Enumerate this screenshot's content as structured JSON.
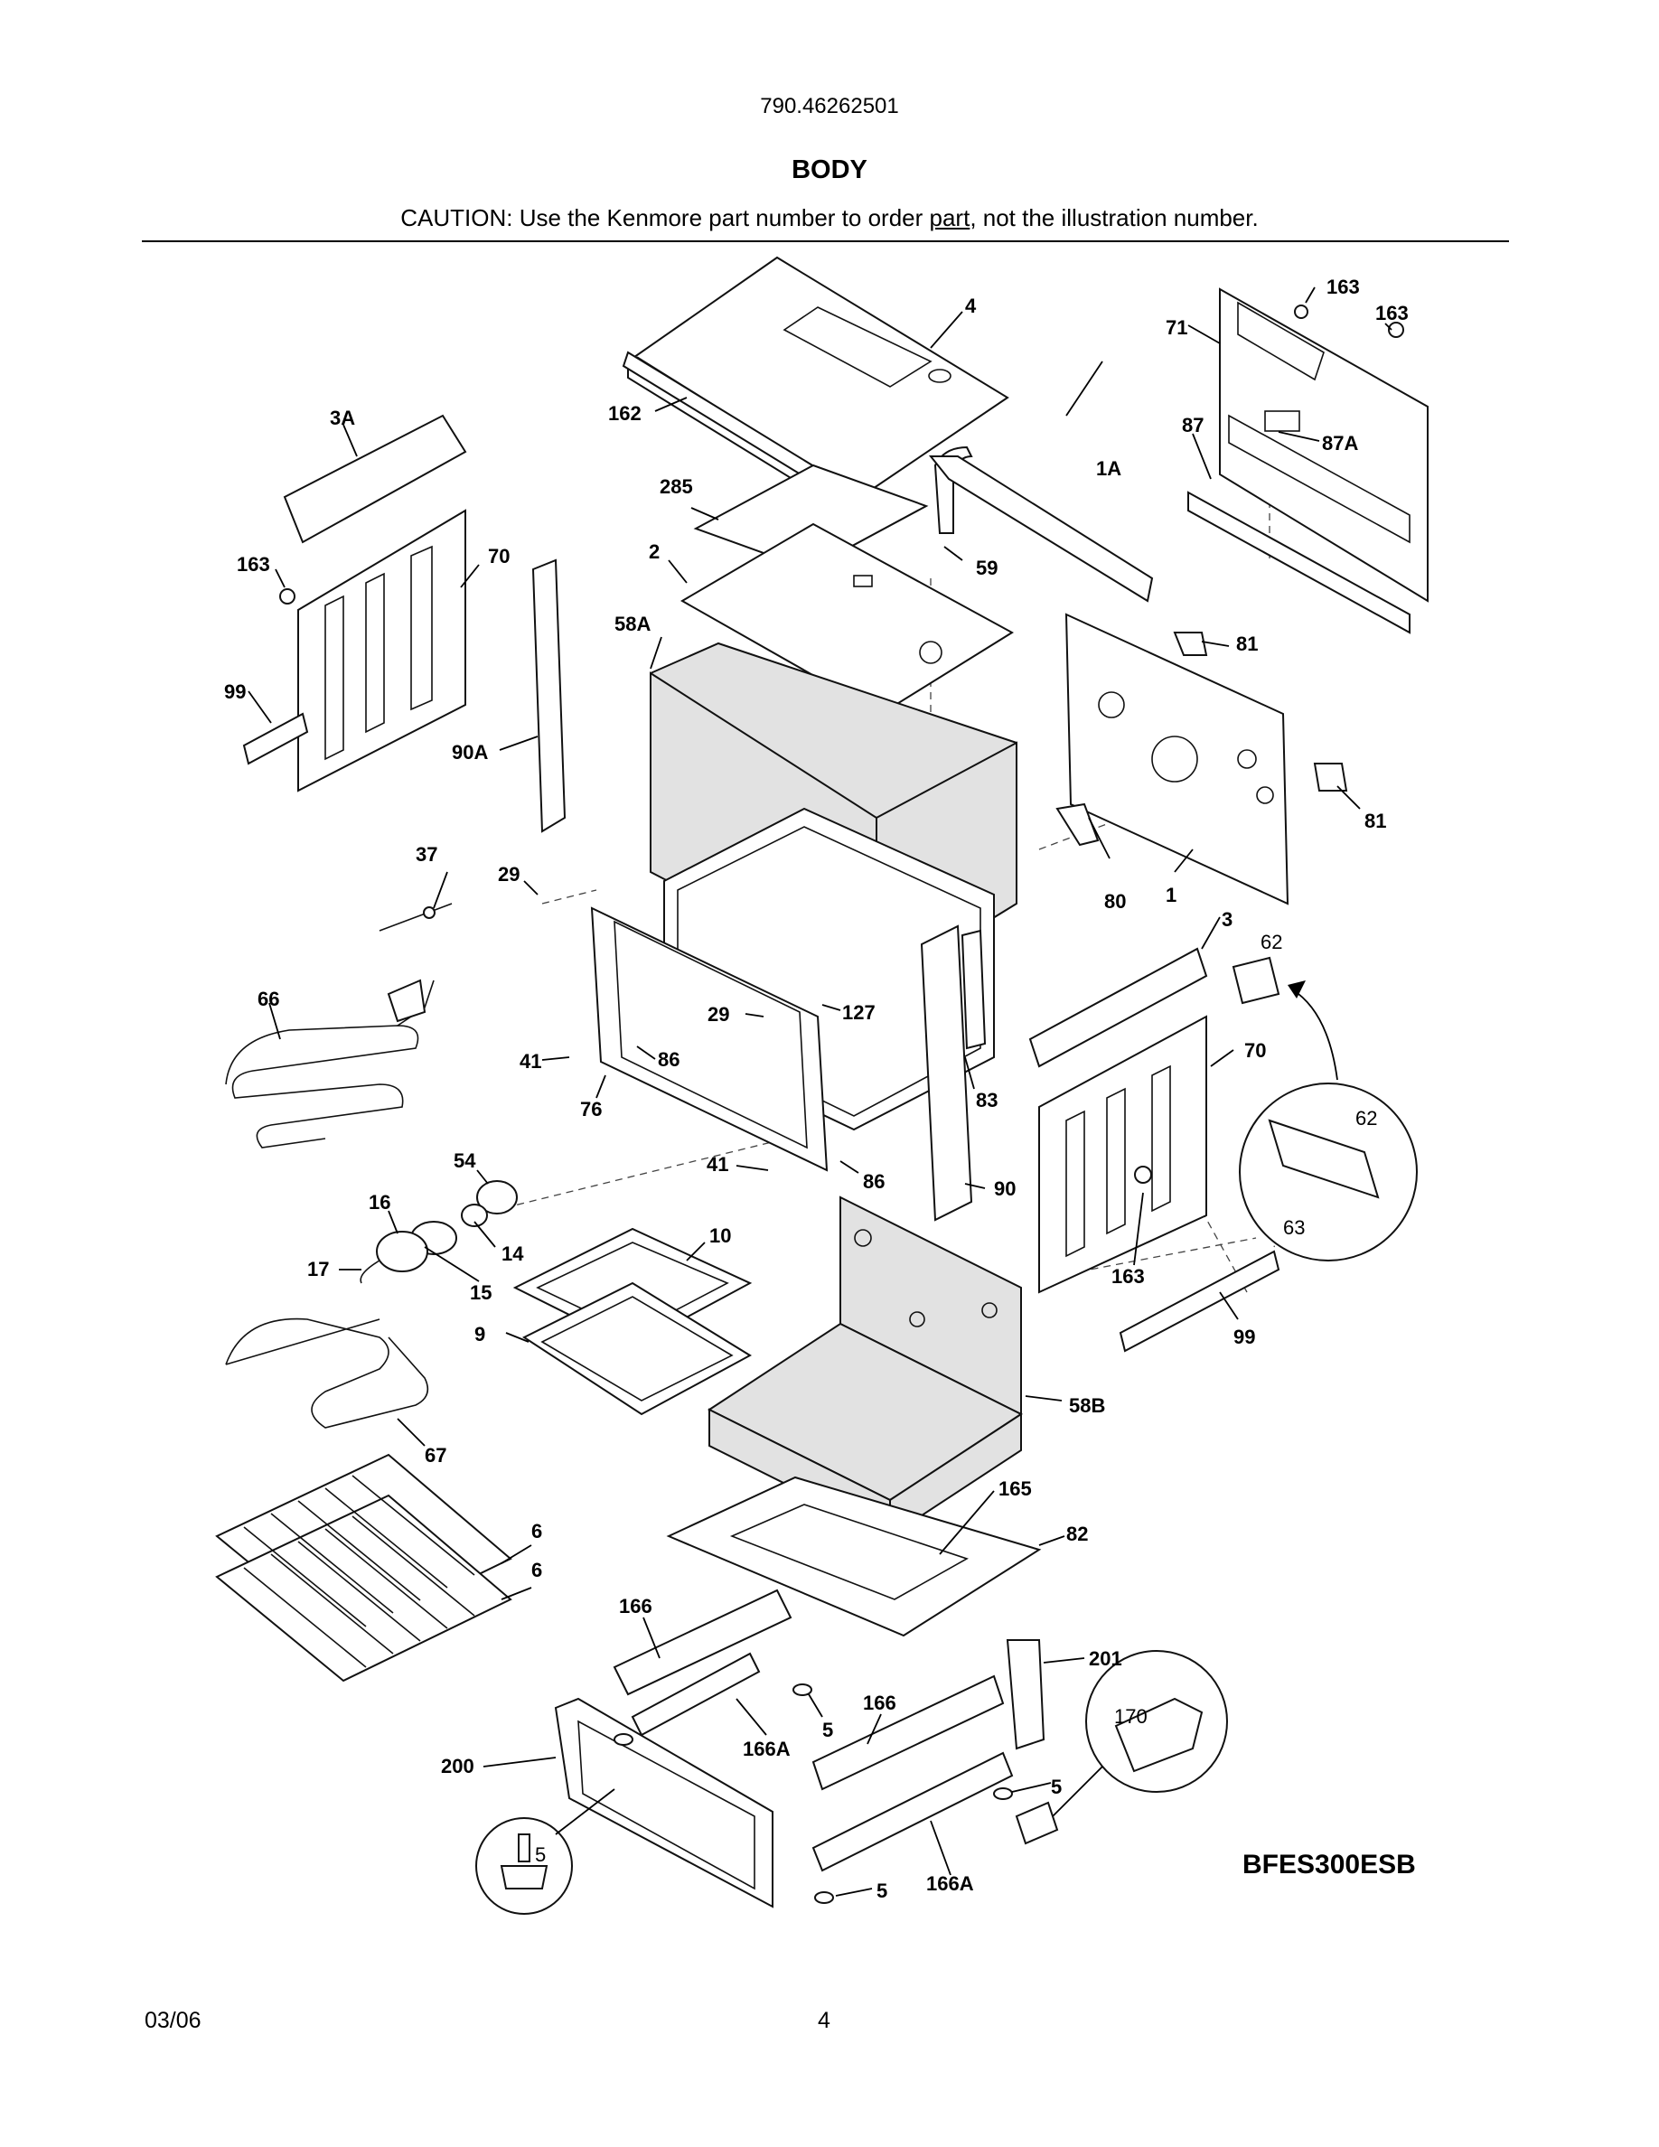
{
  "header": {
    "model_number": "790.46262501",
    "section_title": "BODY",
    "caution_prefix": "CAUTION: Use the Kenmore part number to order ",
    "caution_underlined": "part",
    "caution_suffix": ", not the illustration number."
  },
  "diagram": {
    "model_code": "BFES300ESB",
    "callouts": [
      "4",
      "163",
      "163",
      "71",
      "3A",
      "162",
      "87",
      "87A",
      "285",
      "1A",
      "163",
      "70",
      "2",
      "59",
      "58A",
      "81",
      "99",
      "90A",
      "81",
      "37",
      "29",
      "80",
      "1",
      "3",
      "62",
      "66",
      "29",
      "127",
      "41",
      "86",
      "70",
      "76",
      "83",
      "62",
      "54",
      "41",
      "86",
      "90",
      "16",
      "14",
      "10",
      "63",
      "17",
      "15",
      "163",
      "9",
      "99",
      "58B",
      "67",
      "165",
      "6",
      "82",
      "6",
      "166",
      "201",
      "166",
      "170",
      "5",
      "200",
      "166A",
      "5",
      "5",
      "5",
      "166A"
    ]
  },
  "footer": {
    "date": "03/06",
    "page": "4"
  }
}
